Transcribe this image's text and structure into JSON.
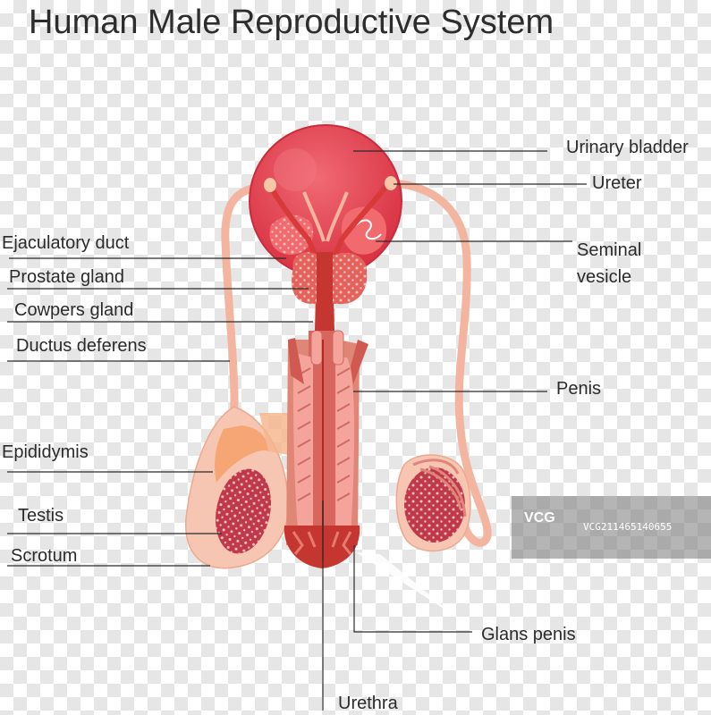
{
  "title": "Human Male Reproductive System",
  "labels": {
    "urinary_bladder": "Urinary bladder",
    "ureter": "Ureter",
    "seminal_vesicle_1": "Seminal",
    "seminal_vesicle_2": "vesicle",
    "ejaculatory_duct": "Ejaculatory duct",
    "prostate_gland": "Prostate gland",
    "cowpers_gland": "Cowpers gland",
    "ductus_deferens": "Ductus deferens",
    "penis": "Penis",
    "epididymis": "Epididymis",
    "testis": "Testis",
    "scrotum": "Scrotum",
    "glans_penis": "Glans penis",
    "urethra": "Urethra"
  },
  "watermark": {
    "logo": "VCG",
    "text": "VCG211465140655"
  },
  "colors": {
    "bladder": "#e5424f",
    "duct": "#f4b5a0",
    "tissue": "#e08677",
    "dark_tissue": "#c4362f",
    "testis": "#c0394a",
    "scrotum_skin": "#f7c6b2",
    "leader_line": "#2b2b2b"
  }
}
